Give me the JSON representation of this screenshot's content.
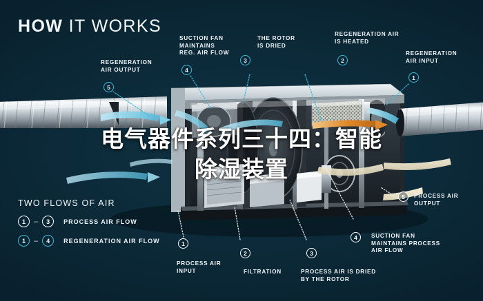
{
  "header": {
    "bold": "HOW",
    "light": "IT WORKS"
  },
  "overlay": {
    "line1": "电气器件系列三十四：智能",
    "line2": "除湿装置"
  },
  "legend": {
    "title": "TWO FLOWS OF AIR",
    "rows": [
      {
        "from": "1",
        "to": "3",
        "dash": "–",
        "label": "PROCESS AIR FLOW",
        "color": "#ffffff"
      },
      {
        "from": "1",
        "to": "4",
        "dash": "–",
        "label": "REGENERATION AIR FLOW",
        "color": "#3fbcd8"
      }
    ]
  },
  "callouts": [
    {
      "marker": "5",
      "label": "REGENERATION\nAIR OUTPUT",
      "color": "#3fbcd8"
    },
    {
      "marker": "4",
      "label": "SUCTION FAN\nMAINTAINS\nREG. AIR FLOW",
      "color": "#3fbcd8"
    },
    {
      "marker": "3",
      "label": "THE ROTOR\nIS DRIED",
      "color": "#3fbcd8"
    },
    {
      "marker": "2",
      "label": "REGENERATION AIR\nIS HEATED",
      "color": "#3fbcd8"
    },
    {
      "marker": "1",
      "label": "REGENERATION\nAIR INPUT",
      "color": "#3fbcd8"
    },
    {
      "marker": "5",
      "label": "PROCESS AIR\nOUTPUT",
      "color": "#ffffff"
    },
    {
      "marker": "4",
      "label": "SUCTION FAN\nMAINTAINS PROCESS\nAIR FLOW",
      "color": "#ffffff"
    },
    {
      "marker": "1",
      "label": "PROCESS AIR\nINPUT",
      "color": "#ffffff"
    },
    {
      "marker": "2",
      "label": "FILTRATION",
      "color": "#ffffff"
    },
    {
      "marker": "3",
      "label": "PROCESS AIR IS DRIED\nBY THE ROTOR",
      "color": "#ffffff"
    }
  ],
  "callout_text": {
    "regen_air_output_l1": "REGENERATION",
    "regen_air_output_l2": "AIR OUTPUT",
    "suction_reg_l1": "SUCTION FAN",
    "suction_reg_l2": "MAINTAINS",
    "suction_reg_l3": "REG. AIR FLOW",
    "rotor_dried_l1": "THE ROTOR",
    "rotor_dried_l2": "IS DRIED",
    "regen_heated_l1": "REGENERATION AIR",
    "regen_heated_l2": "IS HEATED",
    "regen_input_l1": "REGENERATION",
    "regen_input_l2": "AIR INPUT",
    "process_output_l1": "PROCESS AIR",
    "process_output_l2": "OUTPUT",
    "suction_proc_l1": "SUCTION FAN",
    "suction_proc_l2": "MAINTAINS PROCESS",
    "suction_proc_l3": "AIR FLOW",
    "process_input_l1": "PROCESS AIR",
    "process_input_l2": "INPUT",
    "filtration": "FILTRATION",
    "process_dried_l1": "PROCESS AIR IS DRIED",
    "process_dried_l2": "BY THE ROTOR"
  },
  "markers": {
    "m5_regen_out": "5",
    "m4_regen_fan": "4",
    "m3_rotor_dried": "3",
    "m2_regen_heated": "2",
    "m1_regen_in": "1",
    "m5_proc_out": "5",
    "m4_proc_fan": "4",
    "m1_proc_in": "1",
    "m2_filtration": "2",
    "m3_proc_dried": "3"
  },
  "colors": {
    "background": "#0b2635",
    "accent_teal": "#3fbcd8",
    "text_white": "#eef4f7",
    "airflow_blue": "#7fd4ec",
    "airflow_orange": "#e08b2a",
    "metal_light": "#d7dde2",
    "metal_dark": "#555f68"
  }
}
